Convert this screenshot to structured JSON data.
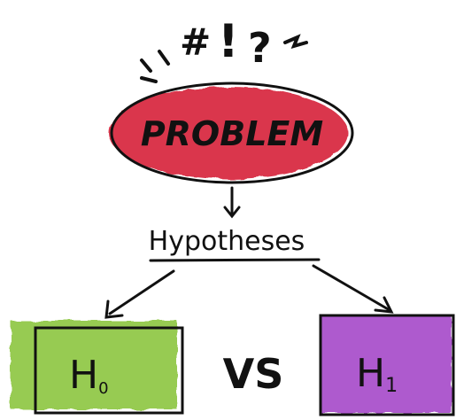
{
  "exclaim": {
    "hash": "#",
    "bang": "!",
    "question": "?"
  },
  "problem": {
    "label": "PROBLEM",
    "fill_color": "#d7263d"
  },
  "hypotheses": {
    "label": "Hypotheses"
  },
  "null_hypothesis": {
    "label_main": "H",
    "label_sub": "0",
    "fill_color": "#8cc63f"
  },
  "versus": {
    "label": "VS"
  },
  "alternative_hypothesis": {
    "label_main": "H",
    "label_sub": "1",
    "fill_color": "#a64ac9"
  }
}
